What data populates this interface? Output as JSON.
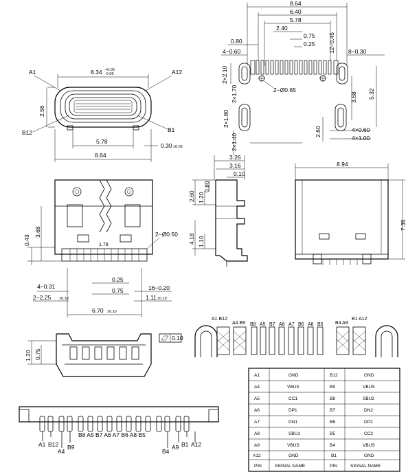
{
  "top_view": {
    "dim_total": "8.64",
    "dim_outer": "8.34",
    "dim_outer_tol": "+0.05 / -0.05",
    "dim_inner": "5.78",
    "dim_height": "2.56",
    "dim_shell_gap": "0.30",
    "dim_shell_gap_tol": "±0.05",
    "labels": {
      "a1": "A1",
      "a12": "A12",
      "b12": "B12",
      "b1": "B1"
    }
  },
  "footprint": {
    "dim_total": "8.64",
    "dim_640": "6.40",
    "dim_578": "5.78",
    "dim_240": "2.40",
    "dim_075": "0.75",
    "dim_025": "0.25",
    "dim_080": "0.80",
    "dim_4x060": "4−0.60",
    "dim_8x030": "8−0.30",
    "dim_12x045": "12−0.45",
    "dim_2x210": "2×2.10",
    "dim_2x170": "2×1.70",
    "dim_phi065": "2−Ø0.65",
    "dim_368": "3.68",
    "dim_532": "5.32",
    "dim_2x180": "2×1.80",
    "dim_2x140": "2×1.40",
    "dim_260": "2.60",
    "dim_4x060b": "4×0.60",
    "dim_4x100": "4×1.00"
  },
  "side_view": {
    "dim_326": "3.26",
    "dim_316": "3.16",
    "dim_010": "0.10",
    "dim_260": "2.60",
    "dim_120": "1.20",
    "dim_080": "0.80",
    "dim_418": "4.18",
    "dim_110": "1.10"
  },
  "rear_view": {
    "dim_width": "8.94",
    "dim_height": "7.35"
  },
  "front_view": {
    "dim_043": "0.43",
    "dim_368": "3.68",
    "dim_phi050": "2−Ø0.50",
    "dim_178": "1.78",
    "dim_4x031": "4−0.31",
    "dim_2x225": "2−2.25",
    "dim_2x225_tol": "±0.10",
    "dim_025": "0.25",
    "dim_075": "0.75",
    "dim_16x020": "16−0.20",
    "dim_111": "1.11",
    "dim_111_tol": "±0.10",
    "dim_670": "6.70",
    "dim_670_tol": "±0.10"
  },
  "section_view": {
    "flatness": "0.10",
    "dim_120": "1.20",
    "dim_075": "0.75"
  },
  "pin_detail": {
    "group_left": "A1 B12",
    "group_a4": "A4 B9",
    "pins": [
      "B8",
      "A5",
      "B7",
      "A6",
      "A7",
      "B6",
      "A8",
      "B5"
    ],
    "group_b4": "B4 A9",
    "group_right": "B1 A12"
  },
  "bottom_pin_view": {
    "left1": "A1",
    "left2": "B12",
    "left3": "A4",
    "left4": "B9",
    "middle": "B8 A5 B7 A6 A7 B6 A8 B5",
    "right1": "B4",
    "right2": "A9",
    "right3": "B1",
    "right4": "A12"
  },
  "signal_table": {
    "headers": [
      "PIN",
      "SIGNAL NAME",
      "PIN",
      "SIGNAL NAME"
    ],
    "rows": [
      [
        "A1",
        "GND",
        "B12",
        "GND"
      ],
      [
        "A4",
        "VBUS",
        "B9",
        "VBUS"
      ],
      [
        "A5",
        "CC1",
        "B8",
        "SBU2"
      ],
      [
        "A6",
        "DP1",
        "B7",
        "DN2"
      ],
      [
        "A7",
        "DN1",
        "B6",
        "DP2"
      ],
      [
        "A8",
        "SBU1",
        "B5",
        "CC2"
      ],
      [
        "A9",
        "VBUS",
        "B4",
        "VBUS"
      ],
      [
        "A12",
        "GND",
        "B1",
        "GND"
      ]
    ]
  }
}
